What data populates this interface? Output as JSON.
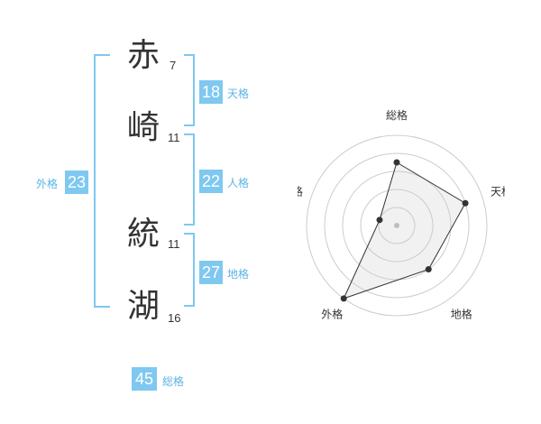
{
  "name": {
    "chars": [
      {
        "char": "赤",
        "strokes": "7"
      },
      {
        "char": "崎",
        "strokes": "11"
      },
      {
        "char": "統",
        "strokes": "11"
      },
      {
        "char": "湖",
        "strokes": "16"
      }
    ]
  },
  "fortunes": {
    "tenkaku": {
      "label": "天格",
      "value": "18"
    },
    "jinkaku": {
      "label": "人格",
      "value": "22"
    },
    "chikaku": {
      "label": "地格",
      "value": "27"
    },
    "gaikaku": {
      "label": "外格",
      "value": "23"
    },
    "soukaku": {
      "label": "総格",
      "value": "45"
    }
  },
  "colors": {
    "accent": "#7fc8f0",
    "label": "#5bb3e6",
    "text": "#333333"
  },
  "chart_data": {
    "type": "radar",
    "axes": [
      "総格",
      "天格",
      "地格",
      "外格",
      "人格"
    ],
    "values": [
      3.5,
      4.0,
      3.0,
      5.0,
      1.0
    ],
    "max": 5,
    "rings": 5
  }
}
